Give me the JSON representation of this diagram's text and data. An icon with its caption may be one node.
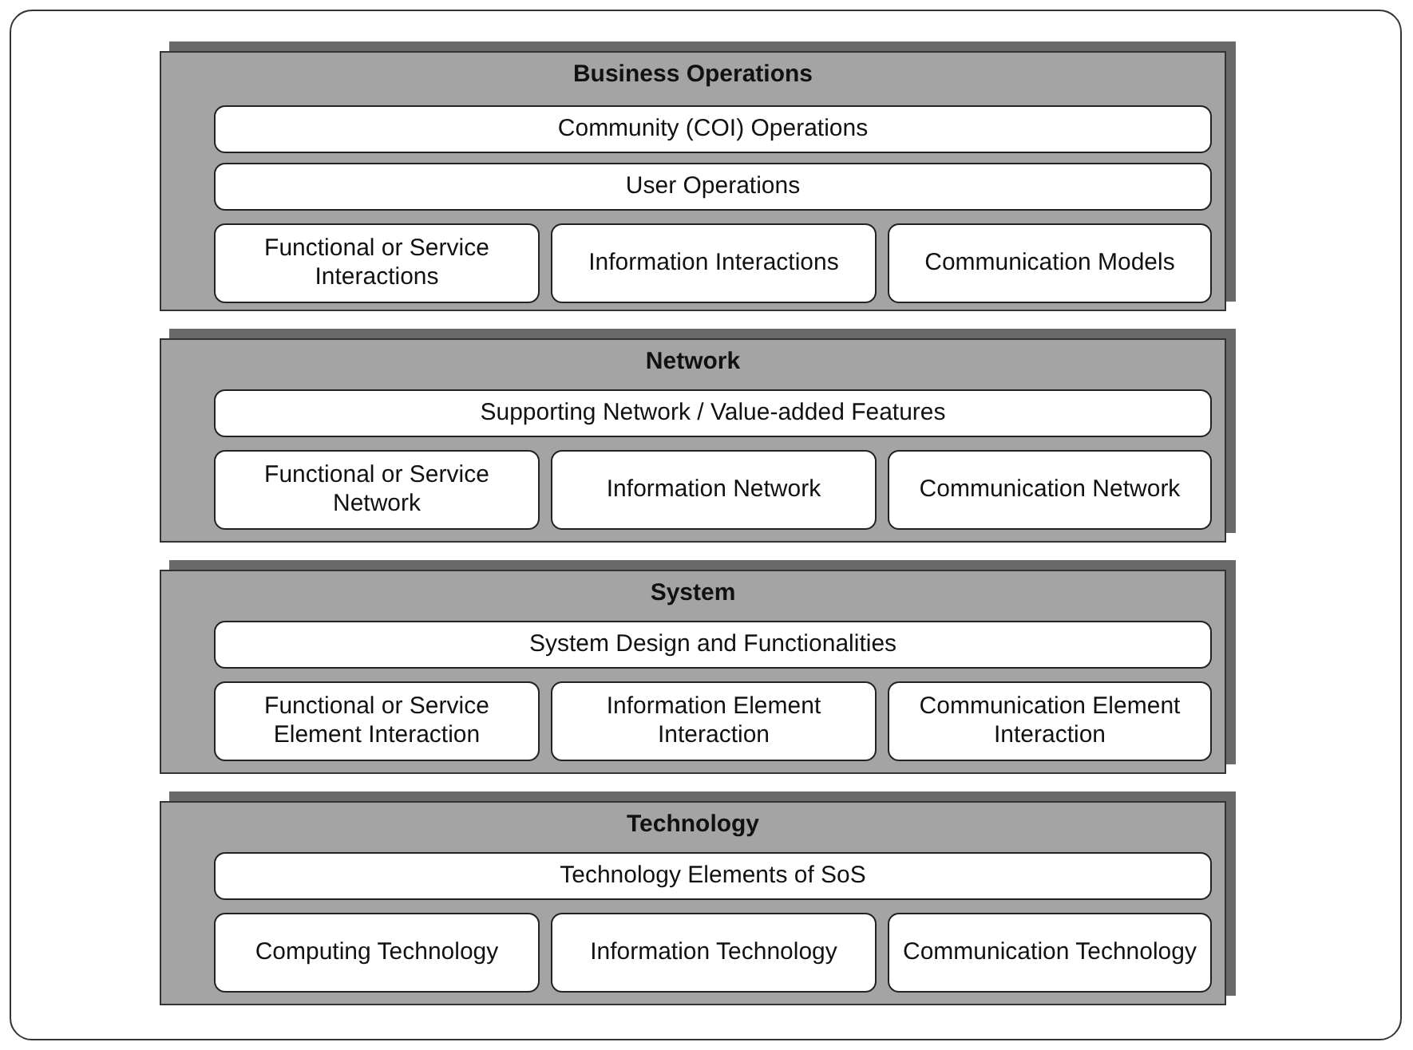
{
  "diagram": {
    "nodes": [
      {
        "text": [
          "Business Operations"
        ]
      },
      {
        "text": [
          "Community (COI) Operations"
        ],
        "in": 0
      },
      {
        "text": [
          "User Operations"
        ],
        "in": 0
      },
      {
        "text": [
          "Functional or Service Interactions"
        ],
        "in": 0
      },
      {
        "text": [
          "Information Interactions"
        ],
        "in": 0
      },
      {
        "text": [
          "Communication Models"
        ],
        "in": 0
      },
      {
        "text": [
          "Network"
        ]
      },
      {
        "text": [
          "Supporting Network / Value-added Features"
        ],
        "in": 6
      },
      {
        "text": [
          "Functional or Service Network"
        ],
        "in": 6
      },
      {
        "text": [
          "Information Network"
        ],
        "in": 6
      },
      {
        "text": [
          "Communication Network"
        ],
        "in": 6
      },
      {
        "text": [
          "System"
        ]
      },
      {
        "text": [
          "System Design and Functionalities"
        ],
        "in": 11
      },
      {
        "text": [
          "Functional or Service Element Interaction"
        ],
        "in": 11
      },
      {
        "text": [
          "Information Element Interaction"
        ],
        "in": 11
      },
      {
        "text": [
          "Communication Element Interaction"
        ],
        "in": 11
      },
      {
        "text": [
          "Technology"
        ]
      },
      {
        "text": [
          "Technology Elements of SoS"
        ],
        "in": 16
      },
      {
        "text": [
          "Computing Technology"
        ],
        "in": 16
      },
      {
        "text": [
          "Information Technology"
        ],
        "in": 16
      },
      {
        "text": [
          "Communication Technology"
        ],
        "in": 16
      }
    ]
  }
}
